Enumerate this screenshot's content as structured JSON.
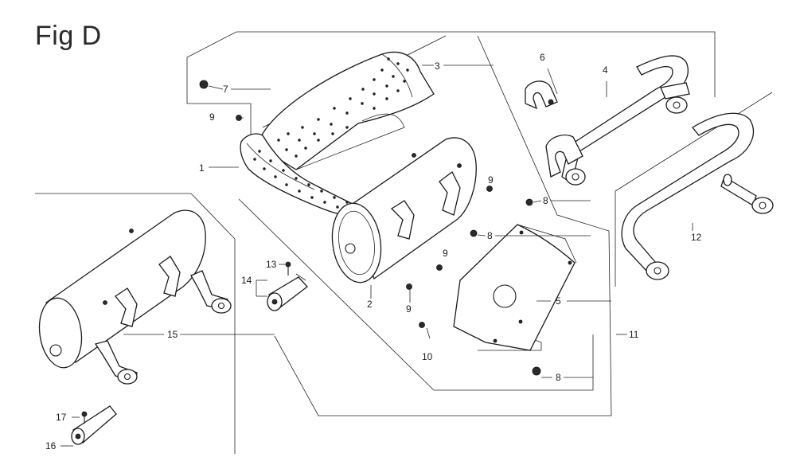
{
  "figure": {
    "title": "Fig D"
  },
  "callouts": [
    {
      "id": "c-1",
      "label": "1"
    },
    {
      "id": "c-2",
      "label": "2"
    },
    {
      "id": "c-3",
      "label": "3"
    },
    {
      "id": "c-4",
      "label": "4"
    },
    {
      "id": "c-5",
      "label": "5"
    },
    {
      "id": "c-6",
      "label": "6"
    },
    {
      "id": "c-7",
      "label": "7"
    },
    {
      "id": "c-8a",
      "label": "8"
    },
    {
      "id": "c-8b",
      "label": "8"
    },
    {
      "id": "c-8c",
      "label": "8"
    },
    {
      "id": "c-9a",
      "label": "9"
    },
    {
      "id": "c-9b",
      "label": "9"
    },
    {
      "id": "c-9c",
      "label": "9"
    },
    {
      "id": "c-9d",
      "label": "9"
    },
    {
      "id": "c-10",
      "label": "10"
    },
    {
      "id": "c-11",
      "label": "11"
    },
    {
      "id": "c-12",
      "label": "12"
    },
    {
      "id": "c-13",
      "label": "13"
    },
    {
      "id": "c-14",
      "label": "14"
    },
    {
      "id": "c-15",
      "label": "15"
    },
    {
      "id": "c-16",
      "label": "16"
    },
    {
      "id": "c-17",
      "label": "17"
    }
  ]
}
